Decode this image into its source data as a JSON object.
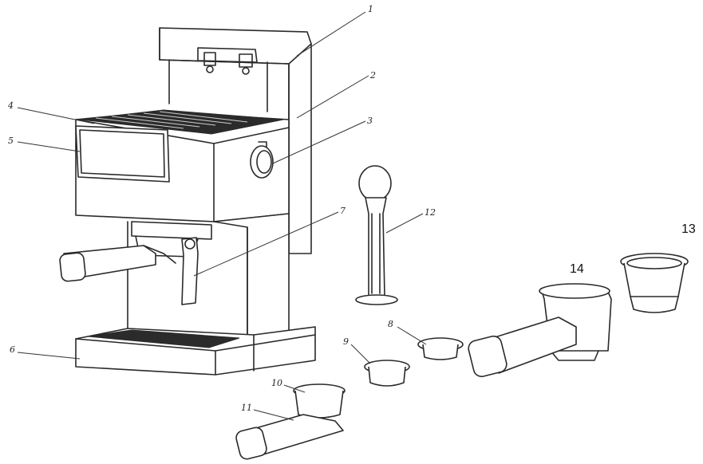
{
  "callouts": [
    {
      "n": "1"
    },
    {
      "n": "2"
    },
    {
      "n": "3"
    },
    {
      "n": "4"
    },
    {
      "n": "5"
    },
    {
      "n": "6"
    },
    {
      "n": "7"
    },
    {
      "n": "8"
    },
    {
      "n": "9"
    },
    {
      "n": "10"
    },
    {
      "n": "11"
    },
    {
      "n": "12"
    },
    {
      "n": "13"
    },
    {
      "n": "14"
    }
  ]
}
